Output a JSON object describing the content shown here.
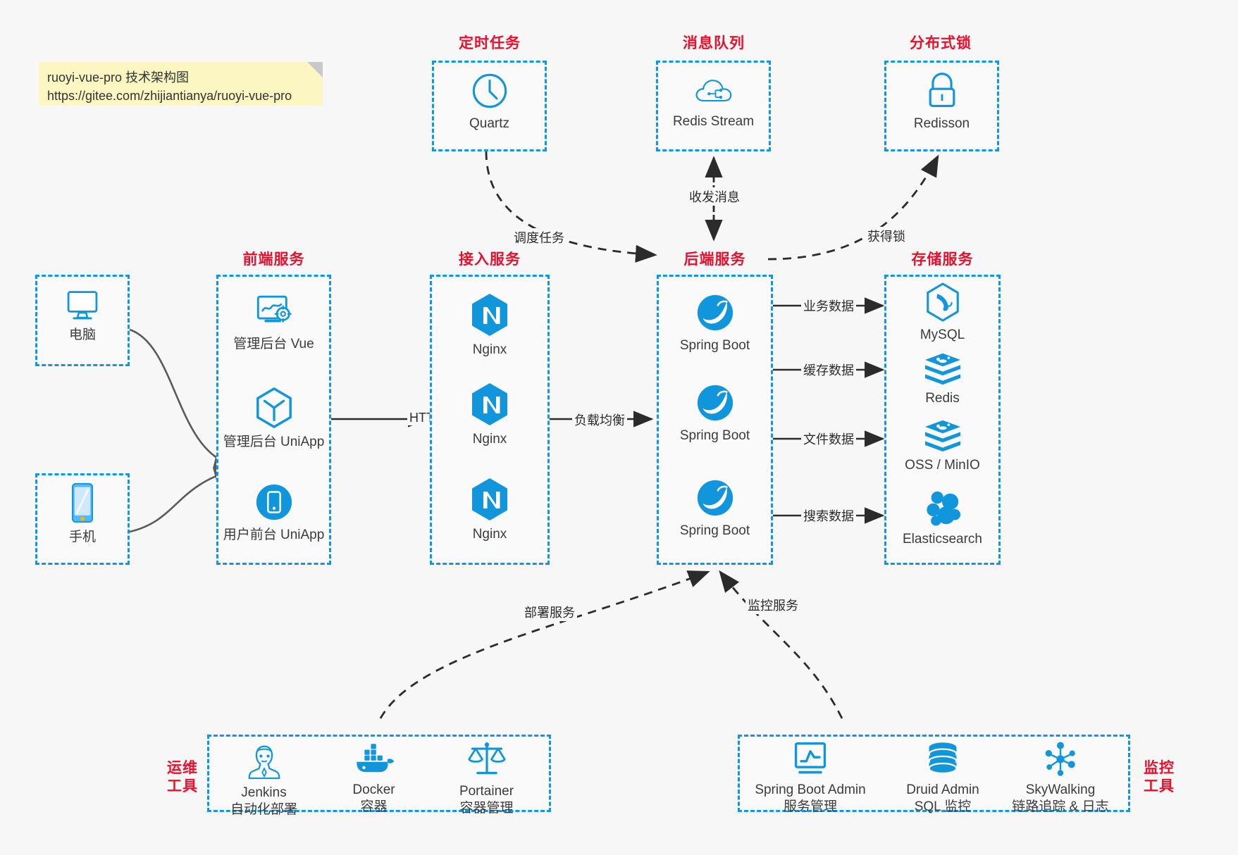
{
  "note": {
    "line1": "ruoyi-vue-pro 技术架构图",
    "line2": "https://gitee.com/zhijiantianya/ruoyi-vue-pro",
    "bg_color": "#fbf6c2"
  },
  "theme": {
    "accent_blue": "#0d96ed",
    "title_red": "#e8112d",
    "icon_blue": "#1296db",
    "canvas": "#f7f7f7",
    "arrow_dark": "#2b2b2b"
  },
  "groups": {
    "scheduled_task": {
      "title": "定时任务",
      "nodes": [
        {
          "label": "Quartz",
          "icon": "clock-icon"
        }
      ]
    },
    "message_queue": {
      "title": "消息队列",
      "nodes": [
        {
          "label": "Redis Stream",
          "icon": "cloud-stream-icon"
        }
      ]
    },
    "distributed_lock": {
      "title": "分布式锁",
      "nodes": [
        {
          "label": "Redisson",
          "icon": "lock-icon"
        }
      ]
    },
    "clients": {
      "title": "",
      "nodes": [
        {
          "label": "电脑",
          "icon": "desktop-monitor-icon"
        },
        {
          "label": "手机",
          "icon": "smartphone-icon"
        }
      ]
    },
    "frontend": {
      "title": "前端服务",
      "nodes": [
        {
          "label": "管理后台 Vue",
          "icon": "dashboard-gear-icon"
        },
        {
          "label": "管理后台 UniApp",
          "icon": "hexagon-cube-icon"
        },
        {
          "label": "用户前台 UniApp",
          "icon": "mobile-circle-icon"
        }
      ]
    },
    "gateway": {
      "title": "接入服务",
      "nodes": [
        {
          "label": "Nginx",
          "icon": "nginx-icon"
        },
        {
          "label": "Nginx",
          "icon": "nginx-icon"
        },
        {
          "label": "Nginx",
          "icon": "nginx-icon"
        }
      ]
    },
    "backend": {
      "title": "后端服务",
      "nodes": [
        {
          "label": "Spring Boot",
          "icon": "spring-leaf-icon"
        },
        {
          "label": "Spring Boot",
          "icon": "spring-leaf-icon"
        },
        {
          "label": "Spring Boot",
          "icon": "spring-leaf-icon"
        }
      ]
    },
    "storage": {
      "title": "存储服务",
      "nodes": [
        {
          "label": "MySQL",
          "icon": "mysql-dolphin-icon"
        },
        {
          "label": "Redis",
          "icon": "redis-stack-icon"
        },
        {
          "label": "OSS / MinIO",
          "icon": "redis-stack-icon"
        },
        {
          "label": "Elasticsearch",
          "icon": "elasticsearch-icon"
        }
      ]
    },
    "devops": {
      "title": "运维\n工具",
      "title_line1": "运维",
      "title_line2": "工具",
      "nodes": [
        {
          "label": "Jenkins",
          "sublabel": "自动化部署",
          "icon": "jenkins-butler-icon"
        },
        {
          "label": "Docker",
          "sublabel": "容器",
          "icon": "docker-whale-icon"
        },
        {
          "label": "Portainer",
          "sublabel": "容器管理",
          "icon": "scales-balance-icon"
        }
      ]
    },
    "monitoring": {
      "title_line1": "监控",
      "title_line2": "工具",
      "nodes": [
        {
          "label": "Spring Boot Admin",
          "sublabel": "服务管理",
          "icon": "monitor-chart-icon"
        },
        {
          "label": "Druid Admin",
          "sublabel": "SQL 监控",
          "icon": "database-cylinder-icon"
        },
        {
          "label": "SkyWalking",
          "sublabel": "链路追踪 & 日志",
          "icon": "network-nodes-icon"
        }
      ]
    }
  },
  "edges": [
    {
      "id": "http",
      "label": "HTTP",
      "style": "solid",
      "from": "frontend",
      "to": "gateway"
    },
    {
      "id": "lb",
      "label": "负载均衡",
      "style": "solid",
      "from": "gateway",
      "to": "backend"
    },
    {
      "id": "biz-data",
      "label": "业务数据",
      "style": "solid",
      "from": "backend",
      "to": "mysql"
    },
    {
      "id": "cache-data",
      "label": "缓存数据",
      "style": "solid",
      "from": "backend",
      "to": "redis"
    },
    {
      "id": "file-data",
      "label": "文件数据",
      "style": "solid",
      "from": "backend",
      "to": "oss"
    },
    {
      "id": "search-data",
      "label": "搜索数据",
      "style": "solid",
      "from": "backend",
      "to": "elasticsearch"
    },
    {
      "id": "schedule",
      "label": "调度任务",
      "style": "dashed",
      "from": "quartz",
      "to": "backend"
    },
    {
      "id": "mq",
      "label": "收发消息",
      "style": "dashed",
      "from": "backend",
      "to": "redis-stream",
      "bidirectional": true
    },
    {
      "id": "lock",
      "label": "获得锁",
      "style": "dashed",
      "from": "backend",
      "to": "redisson"
    },
    {
      "id": "deploy",
      "label": "部署服务",
      "style": "dashed",
      "from": "devops",
      "to": "backend"
    },
    {
      "id": "monitor",
      "label": "监控服务",
      "style": "dashed",
      "from": "monitoring",
      "to": "backend"
    }
  ]
}
